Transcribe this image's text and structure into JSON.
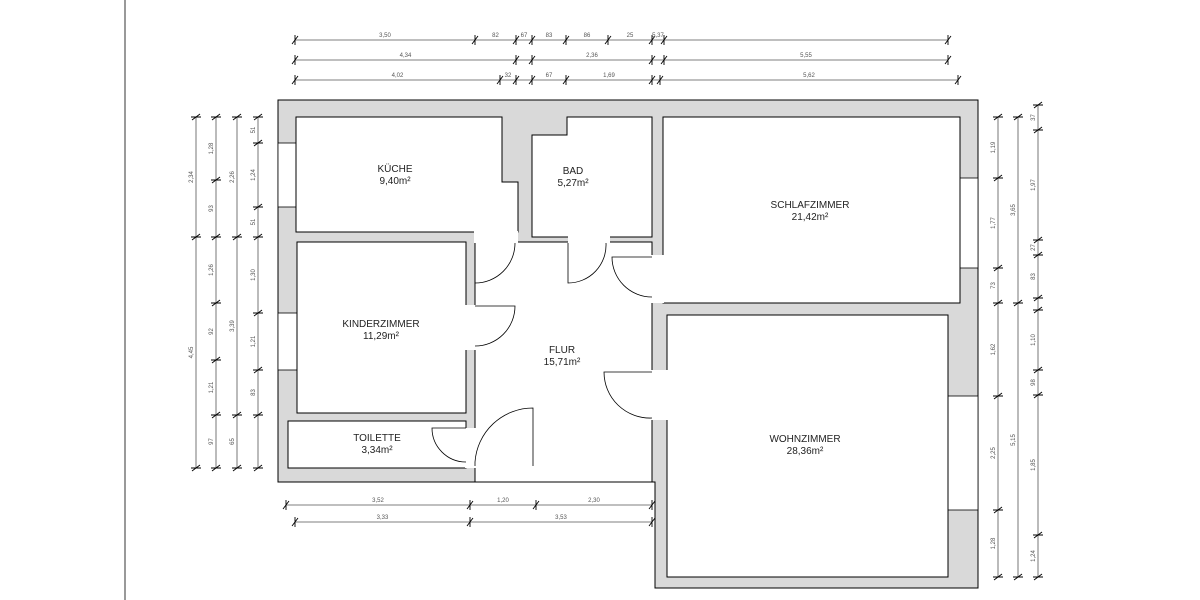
{
  "rooms": [
    {
      "name": "KÜCHE",
      "area": "9,40m²"
    },
    {
      "name": "BAD",
      "area": "5,27m²"
    },
    {
      "name": "SCHLAFZIMMER",
      "area": "21,42m²"
    },
    {
      "name": "KINDERZIMMER",
      "area": "11,29m²"
    },
    {
      "name": "FLUR",
      "area": "15,71m²"
    },
    {
      "name": "TOILETTE",
      "area": "3,34m²"
    },
    {
      "name": "WOHNZIMMER",
      "area": "28,36m²"
    }
  ],
  "dimensions": {
    "top": [
      [
        "3,50",
        "82",
        "67",
        "83",
        "86",
        "25",
        "5,37"
      ],
      [
        "4,34",
        "2,36",
        "5,55"
      ],
      [
        "4,02",
        "32",
        "67",
        "1,69",
        "5,62"
      ]
    ],
    "left": [
      [
        "2,34",
        "4,45"
      ],
      [
        "1,28",
        "93",
        "1,26",
        "92",
        "1,21",
        "97"
      ],
      [
        "2,26",
        "3,39",
        "65"
      ],
      [
        "51",
        "1,24",
        "51",
        "1,30",
        "1,21",
        "83"
      ]
    ],
    "right": [
      [
        "1,19",
        "1,77",
        "73",
        "1,62",
        "2,25",
        "1,28"
      ],
      [
        "3,65",
        "5,15"
      ],
      [
        "37",
        "1,97",
        "27",
        "83",
        "1,10",
        "98",
        "1,85",
        "1,24"
      ]
    ],
    "bottom": [
      [
        "3,52",
        "1,20",
        "2,30"
      ],
      [
        "3,33",
        "3,53"
      ]
    ]
  },
  "colors": {
    "wall": "#d9d9d9",
    "line": "#000000",
    "dimension_text": "#555555"
  }
}
